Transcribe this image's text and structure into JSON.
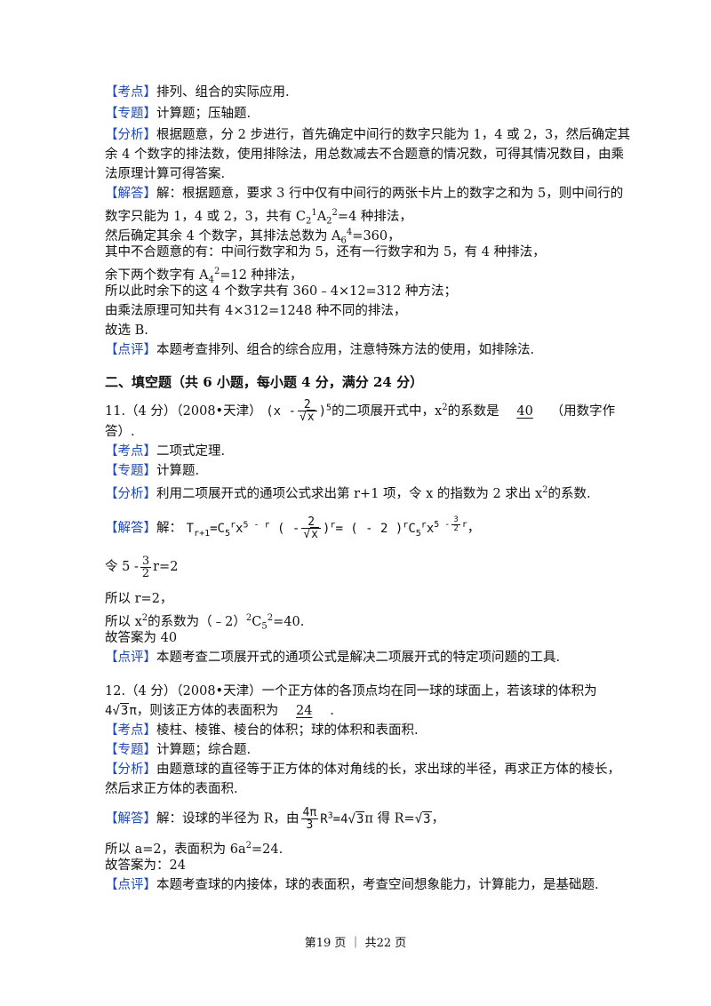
{
  "p10": {
    "kaodian_tag": "【考点】",
    "kaodian": "排列、组合的实际应用.",
    "zhuanti_tag": "【专题】",
    "zhuanti": "计算题；压轴题.",
    "fenxi_tag": "【分析】",
    "fenxi_l1": "根据题意，分 2 步进行，首先确定中间行的数字只能为 1，4 或 2，3，然后确定其",
    "fenxi_l2": "余 4 个数字的排法数，使用排除法，用总数减去不合题意的情况数，可得其情况数目，由乘",
    "fenxi_l3": "法原理计算可得答案.",
    "jieda_tag": "【解答】",
    "jieda_l1": "解：根据题意，要求 3 行中仅有中间行的两张卡片上的数字之和为 5，则中间行的",
    "jieda_l2a": "数字只能为 1，4 或 2，3，共有 C",
    "jieda_l2b": "4 种排法，",
    "jieda_l3a": "然后确定其余 4 个数字，其排法总数为 A",
    "jieda_l3b": "360，",
    "jieda_l4": "其中不合题意的有：中间行数字和为 5，还有一行数字和为 5，有 4 种排法，",
    "jieda_l5a": "余下两个数字有 A",
    "jieda_l5b": "12 种排法，",
    "jieda_l6": "所以此时余下的这 4 个数字共有 360﹣4×12=312 种方法；",
    "jieda_l7": "由乘法原理可知共有 4×312=1248 种不同的排法，",
    "jieda_l8": "故选 B.",
    "dianping_tag": "【点评】",
    "dianping": "本题考查排列、组合的综合应用，注意特殊方法的使用，如排除法."
  },
  "section_heading": "二、填空题（共 6 小题，每小题 4 分，满分 24 分）",
  "q11": {
    "prefix": "11.（4 分）（2008•天津）",
    "expr_a": "(x -",
    "frac_num": "2",
    "frac_den": "x",
    "expr_b": ")",
    "power": "5",
    "stem": "的二项展开式中，x",
    "stem2": "的系数是",
    "answer": "40",
    "stem3": "（用数字作",
    "stem_l2": "答）.",
    "kaodian_tag": "【考点】",
    "kaodian": "二项式定理.",
    "zhuanti_tag": "【专题】",
    "zhuanti": "计算题.",
    "fenxi_tag": "【分析】",
    "fenxi": "利用二项展开式的通项公式求出第 r+1 项，令 x 的指数为 2 求出 x",
    "fenxi_end": "的系数.",
    "jieda_tag": "【解答】",
    "jieda_prefix": "解：",
    "formula": "T",
    "formula_sub": "r+1",
    "formula_rest": "=C",
    "formula_c_sub": "5",
    "formula_c_sup": "r",
    "formula_x": "x",
    "formula_x_sup": "5 - r",
    "formula_mid": "( -",
    "formula_mid2": ")",
    "formula_r": "r",
    "formula_eq2": "= ( - 2 )",
    "formula_r2": "r",
    "formula_c2": "C",
    "formula_c2_sub": "5",
    "formula_c2_sup": "r",
    "formula_x2": "x",
    "formula_exp_a": "5 -",
    "formula_exp_num": "3",
    "formula_exp_den": "2",
    "formula_exp_r": "r",
    "formula_comma": "，",
    "ling_a": "令 5 -",
    "ling_num": "3",
    "ling_den": "2",
    "ling_b": "r=2",
    "suoyi_r": "所以 r=2，",
    "suoyi_coef_a": "所以 x",
    "suoyi_coef_b": "的系数为（﹣2）",
    "suoyi_coef_c": "C",
    "suoyi_coef_d": "=40.",
    "guda": "故答案为 40",
    "dianping_tag": "【点评】",
    "dianping": "本题考查二项展开式的通项公式是解决二项展开式的特定项问题的工具."
  },
  "q12": {
    "prefix": "12.（4 分）（2008•天津）一个正方体的各顶点均在同一球的球面上，若该球的体积为",
    "vol_a": "4",
    "vol_b": "3",
    "vol_pi": "π",
    "stem": "，则该正方体的表面积为",
    "answer": "24",
    "stem_end": ".",
    "kaodian_tag": "【考点】",
    "kaodian": "棱柱、棱锥、棱台的体积；球的体积和表面积.",
    "zhuanti_tag": "【专题】",
    "zhuanti": "计算题；综合题.",
    "fenxi_tag": "【分析】",
    "fenxi_l1": "由题意球的直径等于正方体的体对角线的长，求出球的半径，再求正方体的棱长，",
    "fenxi_l2": "然后求正方体的表面积.",
    "jieda_tag": "【解答】",
    "jieda_a": "解：设球的半径为 R，由",
    "jieda_num": "4π",
    "jieda_den": "3",
    "jieda_b": "R",
    "jieda_b_sup": "3",
    "jieda_c": "=4",
    "jieda_c_rad": "3",
    "jieda_d": "π 得 R=",
    "jieda_d_rad": "3",
    "jieda_e": "，",
    "suoyi_a": "所以 a=2，表面积为 6a",
    "suoyi_b": "=24.",
    "guda": "故答案为：24",
    "dianping_tag": "【点评】",
    "dianping": "本题考查球的内接体，球的表面积，考查空间想象能力，计算能力，是基础题."
  },
  "footer": "第19 页 ｜ 共22 页"
}
